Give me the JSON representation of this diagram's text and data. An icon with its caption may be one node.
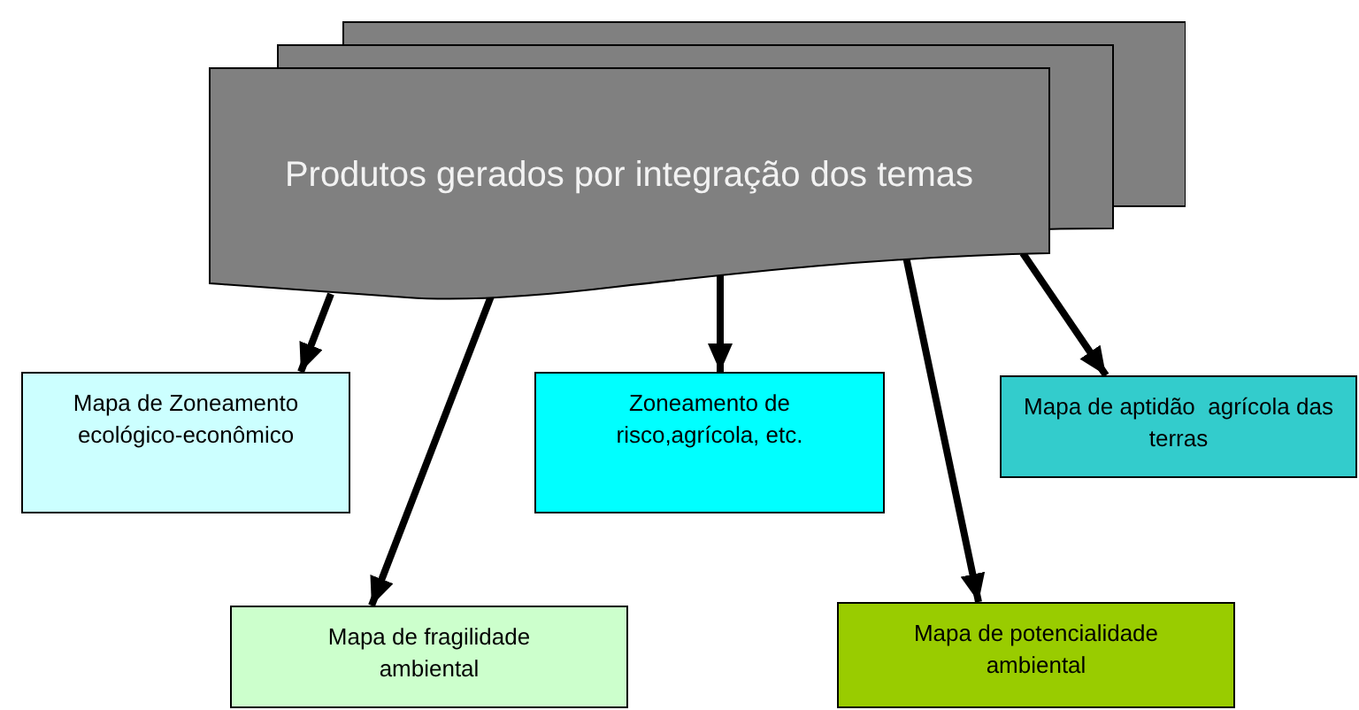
{
  "diagram": {
    "nodes": [
      {
        "text": [
          "Produtos gerados por integração dos temas"
        ]
      },
      {
        "text": [
          "Mapa de Zoneamento ecológico-econômico"
        ]
      },
      {
        "text": [
          "Zoneamento de risco,agrícola, etc."
        ]
      },
      {
        "text": [
          "Mapa de aptidão  agrícola das terras"
        ]
      },
      {
        "text": [
          "Mapa de fragilidade ambiental"
        ]
      },
      {
        "text": [
          "Mapa de potencialidade ambiental"
        ]
      }
    ],
    "edges": [
      {
        "from": 0,
        "to": 1,
        "arrow": "to"
      },
      {
        "from": 0,
        "to": 2,
        "arrow": "to"
      },
      {
        "from": 0,
        "to": 3,
        "arrow": "to"
      },
      {
        "from": 0,
        "to": 4,
        "arrow": "to"
      },
      {
        "from": 0,
        "to": 5,
        "arrow": "to"
      }
    ]
  }
}
